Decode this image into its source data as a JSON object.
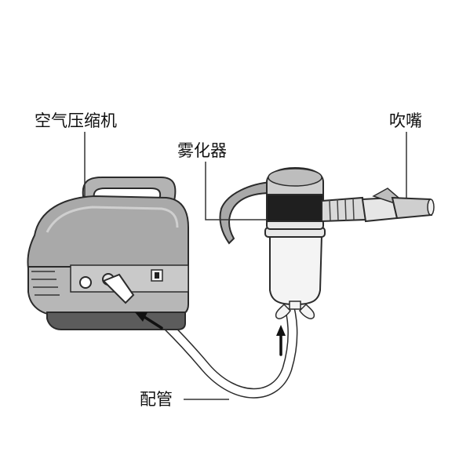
{
  "labels": {
    "compressor": "空气压缩机",
    "nebulizer": "雾化器",
    "mouthpiece": "吹嘴",
    "tubing": "配管"
  },
  "colors": {
    "body_fill": "#a9a9a9",
    "body_dark": "#5c5c5c",
    "outline": "#2b2b2b",
    "cup_fill": "#f4f4f4",
    "band_fill": "#1f1f1f",
    "tube_fill": "#ffffff",
    "leader_line": "#333333",
    "arrow": "#111111"
  },
  "icons": {
    "compressor": "air-compressor-icon",
    "nebulizer": "nebulizer-cup-icon",
    "mouthpiece": "mouthpiece-icon",
    "arrow": "flow-arrow-icon"
  }
}
